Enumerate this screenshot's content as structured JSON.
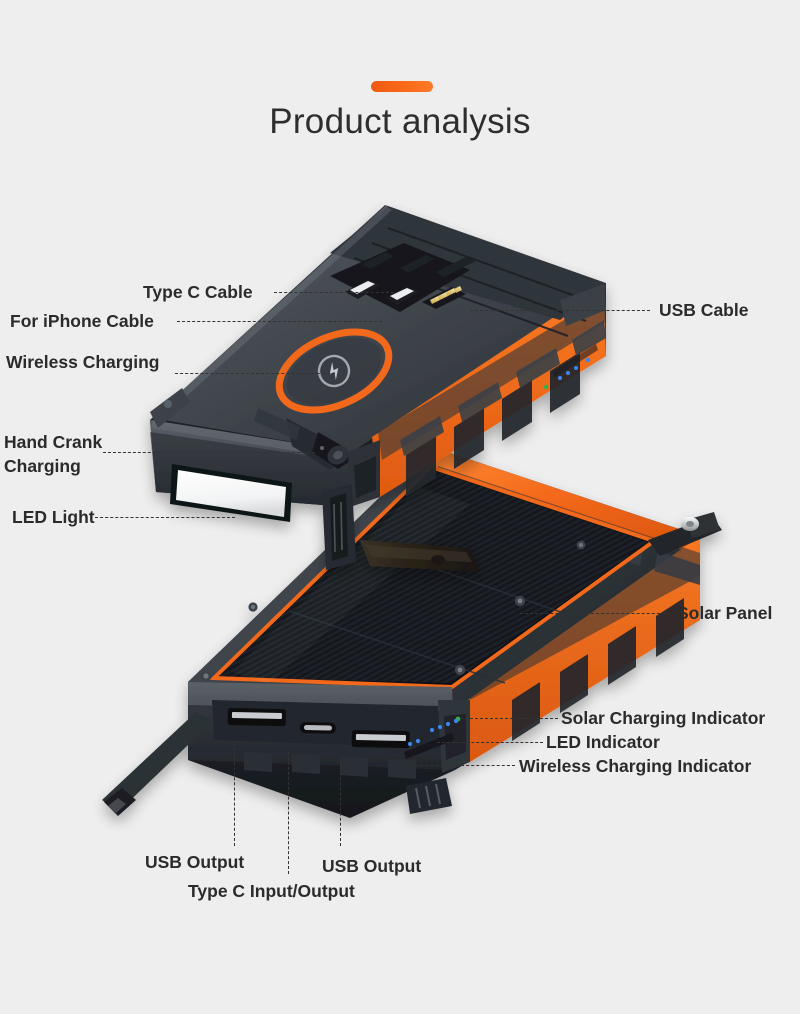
{
  "header": {
    "title": "Product analysis",
    "accent_color": "#f9600f"
  },
  "theme": {
    "background": "#eeeeee",
    "text_color": "#2b2b2b",
    "orange": "#f26a1b",
    "body_dark": "#3b3f45",
    "body_black": "#1c1f23",
    "led_blue": "#3a7de0",
    "led_green": "#2fb34a"
  },
  "callouts": {
    "left": [
      {
        "id": "type-c-cable",
        "text": "Type C Cable"
      },
      {
        "id": "for-iphone-cable",
        "text": "For iPhone Cable"
      },
      {
        "id": "wireless-charging",
        "text": "Wireless Charging"
      },
      {
        "id": "hand-crank-charging",
        "line1": "Hand Crank",
        "line2": "Charging"
      },
      {
        "id": "led-light",
        "text": "LED Light"
      }
    ],
    "right": [
      {
        "id": "usb-cable",
        "text": "USB Cable"
      },
      {
        "id": "solar-panel",
        "text": "Solar Panel"
      },
      {
        "id": "solar-charging-indicator",
        "text": "Solar Charging Indicator"
      },
      {
        "id": "led-indicator",
        "text": "LED Indicator"
      },
      {
        "id": "wireless-charging-indicator",
        "text": "Wireless Charging Indicator"
      }
    ],
    "bottom": [
      {
        "id": "usb-output-left",
        "text": "USB Output"
      },
      {
        "id": "usb-output-right",
        "text": "USB Output"
      },
      {
        "id": "type-c-io",
        "text": "Type C Input/Output"
      }
    ]
  },
  "product": {
    "name": "Solar power bank",
    "features": [
      "built-in Type C cable",
      "built-in Lightning cable",
      "built-in USB cable",
      "wireless charging pad",
      "hand crank generator",
      "LED flood light",
      "solar panel",
      "dual USB-A output",
      "USB-C input/output",
      "status LED indicators"
    ]
  }
}
